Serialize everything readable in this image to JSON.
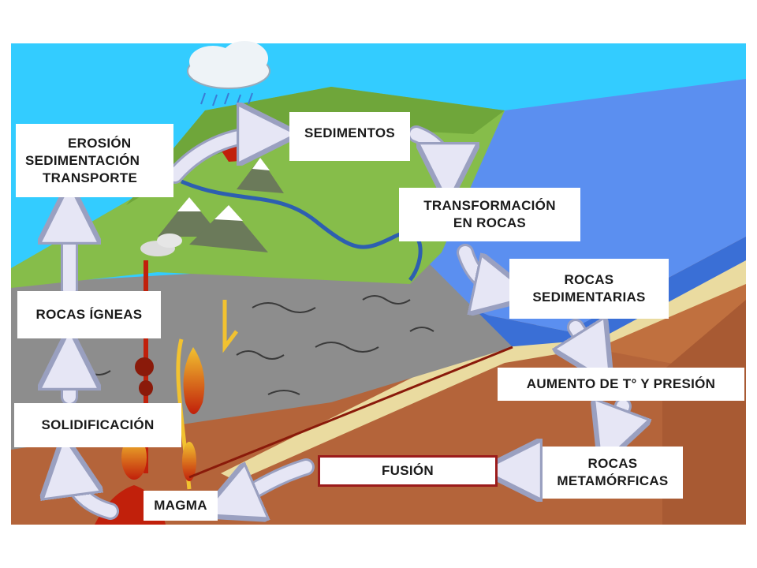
{
  "diagram": {
    "colors": {
      "sky": "#33ccff",
      "sea": "#5b8ff0",
      "grass": "#86bd4a",
      "igneous_rock": "#8d8d8d",
      "sand_layer": "#eadba0",
      "earth": "#c0703f",
      "magma": "#c1200b",
      "arrow_fill": "#e6e6f5",
      "fusion_border": "#9b1b1b"
    },
    "labels": {
      "erosion": [
        "EROSIÓN",
        "SEDIMENTACIÓN",
        "TRANSPORTE"
      ],
      "sediments": [
        "SEDIMENTOS"
      ],
      "transformation": [
        "TRANSFORMACIÓN",
        "EN ROCAS"
      ],
      "sedimentary": [
        "ROCAS",
        "SEDIMENTARIAS"
      ],
      "temperature_pressure": [
        "AUMENTO DE T° Y PRESIÓN"
      ],
      "metamorphic": [
        "ROCAS",
        "METAMÓRFICAS"
      ],
      "fusion": [
        "FUSIÓN"
      ],
      "magma": [
        "MAGMA"
      ],
      "solidification": [
        "SOLIDIFICACIÓN"
      ],
      "igneous": [
        "ROCAS ÍGNEAS"
      ]
    }
  }
}
